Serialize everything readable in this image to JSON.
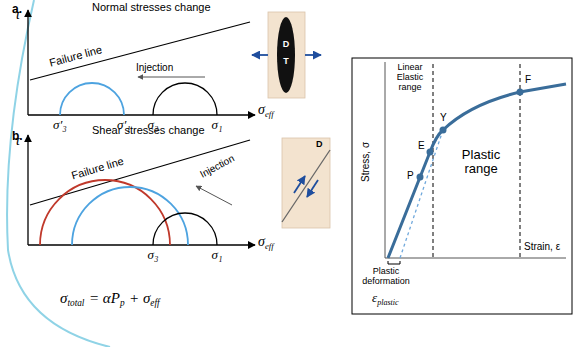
{
  "diagram": {
    "labels": [
      "a.",
      "Normal stresses change",
      "τ",
      "Failure line",
      "Injection",
      "σ′₃",
      "σ′₁",
      "σ₃",
      "σ₁",
      "σ",
      "eff",
      "D",
      "T",
      "b.",
      "Shear stresses change",
      "τ",
      "Failure line",
      "Injection",
      "σ₃",
      "σ₁",
      "σ",
      "eff",
      "D",
      "σ",
      "total",
      "= αP",
      "p",
      "+ σ",
      "eff",
      "Stress, σ",
      "Linear Elastic range",
      "Plastic range",
      "P",
      "E",
      "Y",
      "F",
      "Strain, ε",
      "Plastic deformation",
      "ε",
      "plastic"
    ]
  }
}
